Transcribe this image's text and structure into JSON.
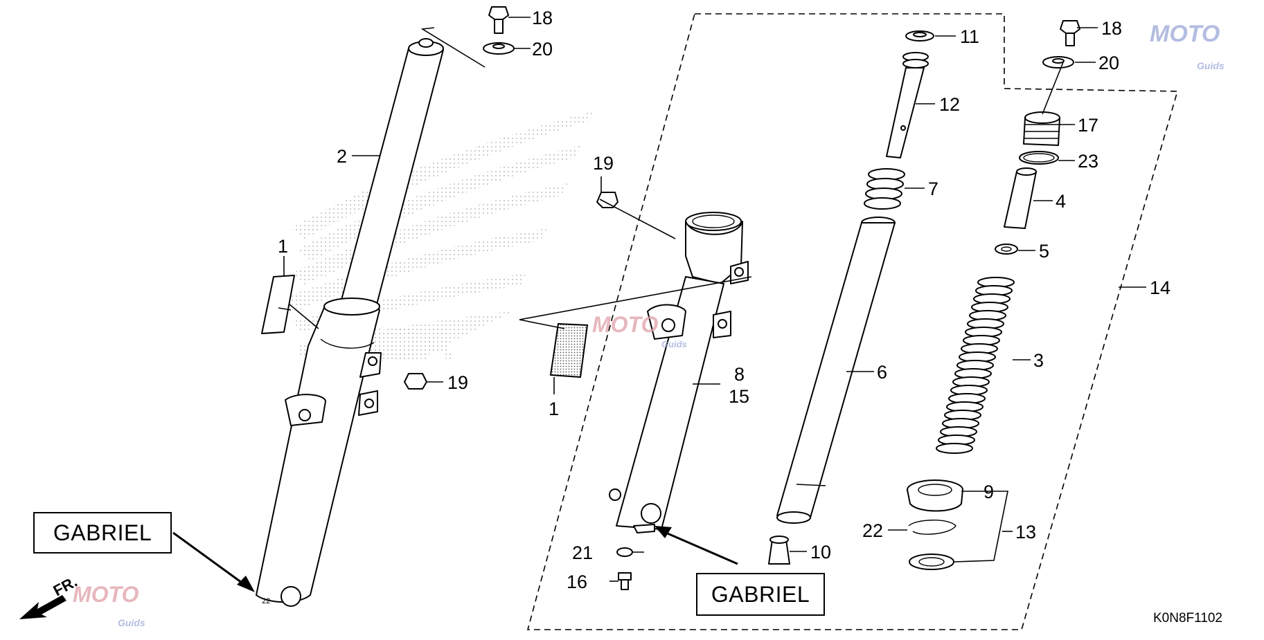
{
  "diagram": {
    "reference_code": "K0N8F1102",
    "direction_label": "FR.",
    "brand_labels": [
      "GABRIEL",
      "GABRIEL"
    ],
    "watermark": {
      "text_main": "MOTO",
      "text_sub": "Guids",
      "colors": {
        "primary": "#9aa8d8",
        "accent": "#e0a0a8"
      }
    },
    "callouts": {
      "c1a": "1",
      "c1b": "1",
      "c2": "2",
      "c3": "3",
      "c4": "4",
      "c5": "5",
      "c6": "6",
      "c7": "7",
      "c8": "8",
      "c9": "9",
      "c10": "10",
      "c11": "11",
      "c12": "12",
      "c13": "13",
      "c14": "14",
      "c15": "15",
      "c16": "16",
      "c17": "17",
      "c18a": "18",
      "c18b": "18",
      "c19a": "19",
      "c19b": "19",
      "c20a": "20",
      "c20b": "20",
      "c21": "21",
      "c22": "22",
      "c23": "23"
    }
  }
}
